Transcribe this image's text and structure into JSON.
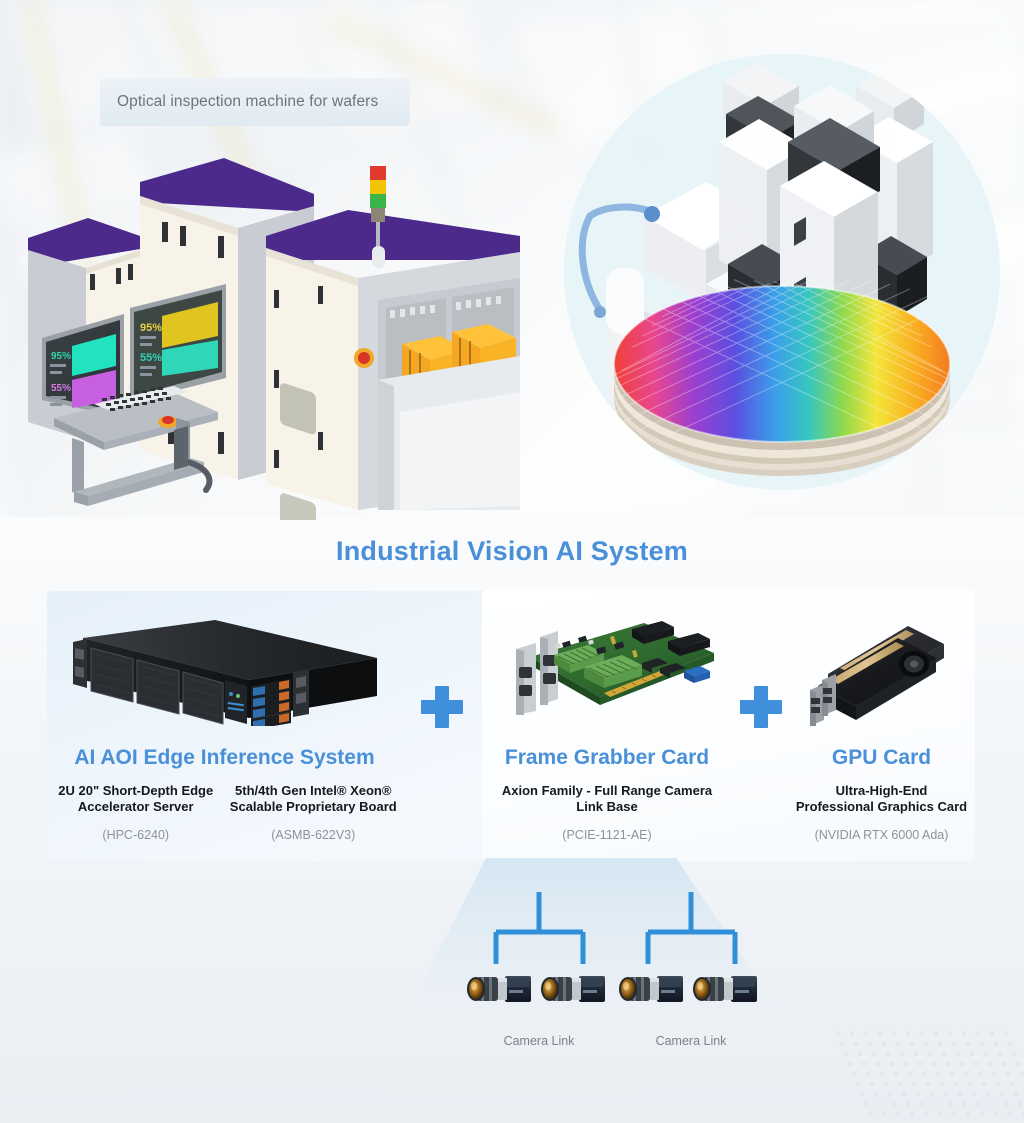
{
  "caption": {
    "text": "Optical inspection machine for wafers"
  },
  "main": {
    "title": "Industrial Vision AI System"
  },
  "colors": {
    "accent_blue": "#4a90d9",
    "plus_blue": "#3f8fdc",
    "tree_blue": "#2f8fd8",
    "panel_bg": "#e9f2fb",
    "caption_text": "#6d757c",
    "machine_purple": "#4b2a8c",
    "machine_cream": "#f7f3e8",
    "wafer_circle": "#e6f4f7"
  },
  "illustration": {
    "monitor_left": {
      "top_value": "95%",
      "bottom_value": "55%"
    },
    "monitor_right": {
      "top_value": "95%",
      "bottom_value": "55%"
    },
    "signal_tower": [
      "red",
      "yellow",
      "green"
    ]
  },
  "panel": {
    "groups": [
      {
        "heading": "AI AOI Edge Inference System",
        "items": [
          {
            "title": "2U 20\" Short-Depth Edge Accelerator Server",
            "part_number": "(HPC-6240)",
            "image": "rack-server-image"
          },
          {
            "title": "5th/4th Gen Intel® Xeon® Scalable Proprietary Board",
            "part_number": "(ASMB-622V3)",
            "image": ""
          }
        ]
      },
      {
        "heading": "Frame Grabber Card",
        "items": [
          {
            "title": "Axion Family - Full Range Camera Link Base",
            "part_number": "(PCIE-1121-AE)",
            "image": "pcie-card-image"
          }
        ]
      },
      {
        "heading": "GPU Card",
        "items": [
          {
            "title": "Ultra-High-End Professional Graphics Card",
            "part_number": "(NVIDIA RTX 6000 Ada)",
            "image": "gpu-card-image"
          }
        ]
      }
    ],
    "separators": [
      "plus-icon",
      "plus-icon"
    ]
  },
  "cameras": {
    "labels": [
      "Camera Link",
      "Camera Link"
    ],
    "count": 4
  }
}
